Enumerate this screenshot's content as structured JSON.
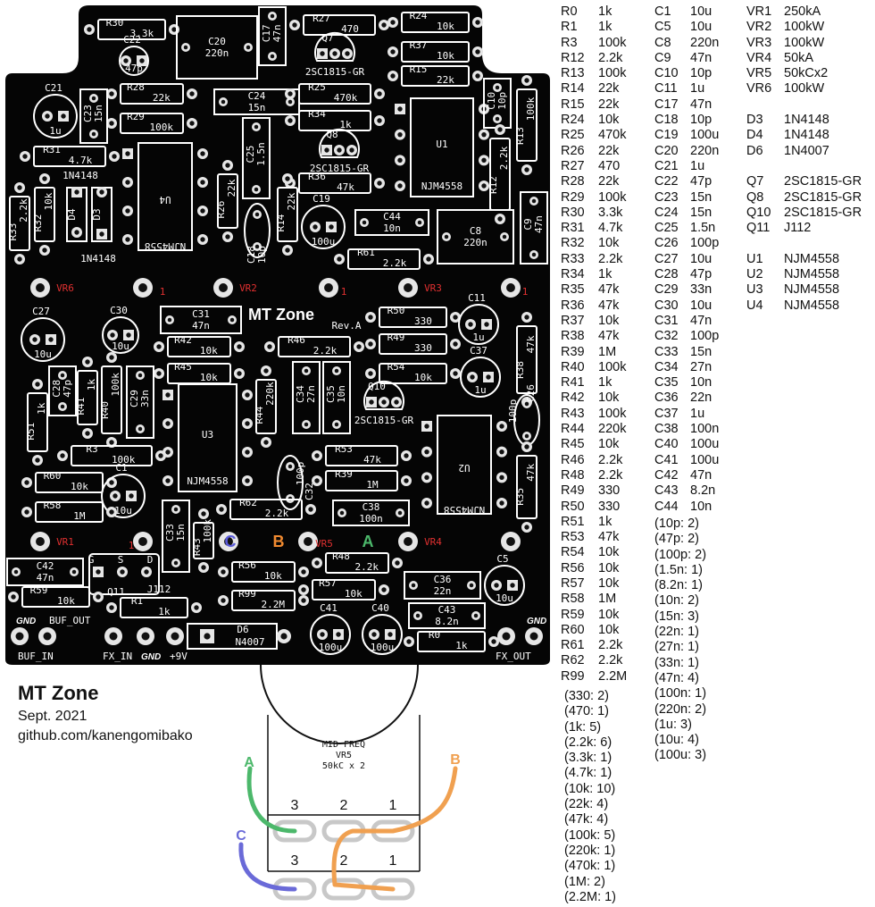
{
  "board": {
    "title": "MT Zone",
    "revision": "Rev.A",
    "pcb_labels": {
      "R30": "R30",
      "R30v": "3.3k",
      "C20": "C20",
      "C20v": "220n",
      "C17": "C17",
      "C17v": "47n",
      "R27": "R27",
      "R27v": "470",
      "Q7": "Q7",
      "Q7v": "2SC1815-GR",
      "R24": "R24",
      "R24v": "10k",
      "R37": "R37",
      "R37v": "10k",
      "R15": "R15",
      "R15v": "22k",
      "C22": "C22",
      "C22v": "47p",
      "R28": "R28",
      "R28v": "22k",
      "C24": "C24",
      "C24v": "15n",
      "R25": "R25",
      "R25v": "470k",
      "C21": "C21",
      "C21v": "1u",
      "C23": "C23",
      "C23v": "15n",
      "R29": "R29",
      "R29v": "100k",
      "R34": "R34",
      "R34v": "1k",
      "U1": "U1",
      "U1v": "NJM4558",
      "C10": "C10",
      "C10v": "10p",
      "R13": "R13",
      "R13v": "100k",
      "Q8": "Q8",
      "Q8v": "2SC1815-GR",
      "R31": "R31",
      "R31v": "4.7k",
      "D4": "D4",
      "D4v": "1N4148",
      "C25": "C25",
      "C25v": "1.5n",
      "R36": "R36",
      "R36v": "47k",
      "R12": "R12",
      "R12v": "2.2k",
      "R33": "R33",
      "R33v": "2.2k",
      "R32": "R32",
      "R32v": "10k",
      "D3": "D3",
      "D3v": "1N4148",
      "R26": "R26",
      "R26v": "22k",
      "R14": "R14",
      "R14v": "22k",
      "C19": "C19",
      "C19v": "100u",
      "C44": "C44",
      "C44v": "10n",
      "C8": "C8",
      "C8v": "220n",
      "C9": "C9",
      "C9v": "47n",
      "U4": "U4",
      "U4v": "NJM4558",
      "C18": "C18",
      "C18v": "10p",
      "R61": "R61",
      "R61v": "2.2k",
      "VR6": "VR6",
      "VR2": "VR2",
      "VR3": "VR3",
      "VR1": "VR1",
      "VR5": "VR5",
      "VR4": "VR4",
      "pin1": "1",
      "C31": "C31",
      "C31v": "47n",
      "R50": "R50",
      "R50v": "330",
      "C11": "C11",
      "C11v": "1u",
      "R38": "R38",
      "R38v": "47k",
      "C27": "C27",
      "C27v": "10u",
      "C30": "C30",
      "C30v": "10u",
      "R42": "R42",
      "R42v": "10k",
      "R46": "R46",
      "R46v": "2.2k",
      "R49": "R49",
      "R49v": "330",
      "C28": "C28",
      "C28v": "47p",
      "R41": "R41",
      "R41v": "1k",
      "R45": "R45",
      "R45v": "10k",
      "R54": "R54",
      "R54v": "10k",
      "C37": "C37",
      "C37v": "1u",
      "C26": "C26",
      "C26v": "100p",
      "R51": "R51",
      "R51v": "1k",
      "R40": "R40",
      "R40v": "100k",
      "C29": "C29",
      "C29v": "33n",
      "U3": "U3",
      "U3v": "NJM4558",
      "R44": "R44",
      "R44v": "220k",
      "C34": "C34",
      "C34v": "27n",
      "C35": "C35",
      "C35v": "10n",
      "Q10": "Q10",
      "Q10v": "2SC1815-GR",
      "U2": "U2",
      "U2v": "NJM4558",
      "R3": "R3",
      "R3v": "100k",
      "R53": "R53",
      "R53v": "47k",
      "R35": "R35",
      "R35v": "47k",
      "C32": "C32",
      "C32v": "100p",
      "R60": "R60",
      "R60v": "10k",
      "C1": "C1",
      "C1v": "10u",
      "R39": "R39",
      "R39v": "1M",
      "R62": "R62",
      "R62v": "2.2k",
      "C38": "C38",
      "C38v": "100n",
      "R58": "R58",
      "R58v": "1M",
      "C33": "C33",
      "C33v": "15n",
      "R43": "R43",
      "R43v": "100k",
      "mark_A": "A",
      "mark_B": "B",
      "mark_C": "C",
      "C42": "C42",
      "C42v": "47n",
      "Q11": "Q11",
      "Q11v": "J112",
      "pinG": "G",
      "pinS": "S",
      "pinD": "D",
      "R56": "R56",
      "R56v": "10k",
      "R48": "R48",
      "R48v": "2.2k",
      "C5": "C5",
      "C5v": "10u",
      "C36": "C36",
      "C36v": "22n",
      "R59": "R59",
      "R59v": "10k",
      "R1": "R1",
      "R1v": "1k",
      "R99": "R99",
      "R99v": "2.2M",
      "R57": "R57",
      "R57v": "10k",
      "C43": "C43",
      "C43v": "8.2n",
      "C41": "C41",
      "C41v": "100u",
      "C40": "C40",
      "C40v": "100u",
      "D6": "D6",
      "D6v": "N4007",
      "R0": "R0",
      "R0v": "1k",
      "GND": "GND",
      "BUF_OUT": "BUF_OUT",
      "BUF_IN": "BUF_IN",
      "FX_IN": "FX_IN",
      "V9": "+9V",
      "FX_OUT": "FX_OUT"
    }
  },
  "info": {
    "title": "MT Zone",
    "date": "Sept. 2021",
    "url": "github.com/kanengomibako"
  },
  "pot_wiring": {
    "pot_label": [
      "MID FREQ",
      "VR5",
      "50kC x 2"
    ],
    "pins_top": [
      "3",
      "2",
      "1"
    ],
    "pins_bottom": [
      "3",
      "2",
      "1"
    ],
    "wire_labels": [
      "A",
      "B",
      "C"
    ],
    "colors": {
      "A": "#4cb86b",
      "B": "#f0a050",
      "C": "#6a6ad8"
    }
  },
  "bom": {
    "resistors": [
      [
        "R0",
        "1k"
      ],
      [
        "R1",
        "1k"
      ],
      [
        "R3",
        "100k"
      ],
      [
        "R12",
        "2.2k"
      ],
      [
        "R13",
        "100k"
      ],
      [
        "R14",
        "22k"
      ],
      [
        "R15",
        "22k"
      ],
      [
        "R24",
        "10k"
      ],
      [
        "R25",
        "470k"
      ],
      [
        "R26",
        "22k"
      ],
      [
        "R27",
        "470"
      ],
      [
        "R28",
        "22k"
      ],
      [
        "R29",
        "100k"
      ],
      [
        "R30",
        "3.3k"
      ],
      [
        "R31",
        "4.7k"
      ],
      [
        "R32",
        "10k"
      ],
      [
        "R33",
        "2.2k"
      ],
      [
        "R34",
        "1k"
      ],
      [
        "R35",
        "47k"
      ],
      [
        "R36",
        "47k"
      ],
      [
        "R37",
        "10k"
      ],
      [
        "R38",
        "47k"
      ],
      [
        "R39",
        "1M"
      ],
      [
        "R40",
        "100k"
      ],
      [
        "R41",
        "1k"
      ],
      [
        "R42",
        "10k"
      ],
      [
        "R43",
        "100k"
      ],
      [
        "R44",
        "220k"
      ],
      [
        "R45",
        "10k"
      ],
      [
        "R46",
        "2.2k"
      ],
      [
        "R48",
        "2.2k"
      ],
      [
        "R49",
        "330"
      ],
      [
        "R50",
        "330"
      ],
      [
        "R51",
        "1k"
      ],
      [
        "R53",
        "47k"
      ],
      [
        "R54",
        "10k"
      ],
      [
        "R56",
        "10k"
      ],
      [
        "R57",
        "10k"
      ],
      [
        "R58",
        "1M"
      ],
      [
        "R59",
        "10k"
      ],
      [
        "R60",
        "10k"
      ],
      [
        "R61",
        "2.2k"
      ],
      [
        "R62",
        "2.2k"
      ],
      [
        "R99",
        "2.2M"
      ]
    ],
    "resistor_summary": [
      "(330: 2)",
      "(470: 1)",
      "(1k: 5)",
      "(2.2k: 6)",
      "(3.3k: 1)",
      "(4.7k: 1)",
      "(10k: 10)",
      "(22k: 4)",
      "(47k: 4)",
      "(100k: 5)",
      "(220k: 1)",
      "(470k: 1)",
      "(1M: 2)",
      "(2.2M: 1)"
    ],
    "capacitors": [
      [
        "C1",
        "10u"
      ],
      [
        "C5",
        "10u"
      ],
      [
        "C8",
        "220n"
      ],
      [
        "C9",
        "47n"
      ],
      [
        "C10",
        "10p"
      ],
      [
        "C11",
        "1u"
      ],
      [
        "C17",
        "47n"
      ],
      [
        "C18",
        "10p"
      ],
      [
        "C19",
        "100u"
      ],
      [
        "C20",
        "220n"
      ],
      [
        "C21",
        "1u"
      ],
      [
        "C22",
        "47p"
      ],
      [
        "C23",
        "15n"
      ],
      [
        "C24",
        "15n"
      ],
      [
        "C25",
        "1.5n"
      ],
      [
        "C26",
        "100p"
      ],
      [
        "C27",
        "10u"
      ],
      [
        "C28",
        "47p"
      ],
      [
        "C29",
        "33n"
      ],
      [
        "C30",
        "10u"
      ],
      [
        "C31",
        "47n"
      ],
      [
        "C32",
        "100p"
      ],
      [
        "C33",
        "15n"
      ],
      [
        "C34",
        "27n"
      ],
      [
        "C35",
        "10n"
      ],
      [
        "C36",
        "22n"
      ],
      [
        "C37",
        "1u"
      ],
      [
        "C38",
        "100n"
      ],
      [
        "C40",
        "100u"
      ],
      [
        "C41",
        "100u"
      ],
      [
        "C42",
        "47n"
      ],
      [
        "C43",
        "8.2n"
      ],
      [
        "C44",
        "10n"
      ]
    ],
    "capacitor_summary": [
      "(10p: 2)",
      "(47p: 2)",
      "(100p: 2)",
      "(1.5n: 1)",
      "(8.2n: 1)",
      "(10n: 2)",
      "(15n: 3)",
      "(22n: 1)",
      "(27n: 1)",
      "(33n: 1)",
      "(47n: 4)",
      "(100n: 1)",
      "(220n: 2)",
      "(1u: 3)",
      "(10u: 4)",
      "(100u: 3)"
    ],
    "pots": [
      [
        "VR1",
        "250kA"
      ],
      [
        "VR2",
        "100kW"
      ],
      [
        "VR3",
        "100kW"
      ],
      [
        "VR4",
        "50kA"
      ],
      [
        "VR5",
        "50kCx2"
      ],
      [
        "VR6",
        "100kW"
      ]
    ],
    "diodes": [
      [
        "D3",
        "1N4148"
      ],
      [
        "D4",
        "1N4148"
      ],
      [
        "D6",
        "1N4007"
      ]
    ],
    "transistors": [
      [
        "Q7",
        "2SC1815-GR"
      ],
      [
        "Q8",
        "2SC1815-GR"
      ],
      [
        "Q10",
        "2SC1815-GR"
      ],
      [
        "Q11",
        "J112"
      ]
    ],
    "ics": [
      [
        "U1",
        "NJM4558"
      ],
      [
        "U2",
        "NJM4558"
      ],
      [
        "U3",
        "NJM4558"
      ],
      [
        "U4",
        "NJM4558"
      ]
    ]
  }
}
